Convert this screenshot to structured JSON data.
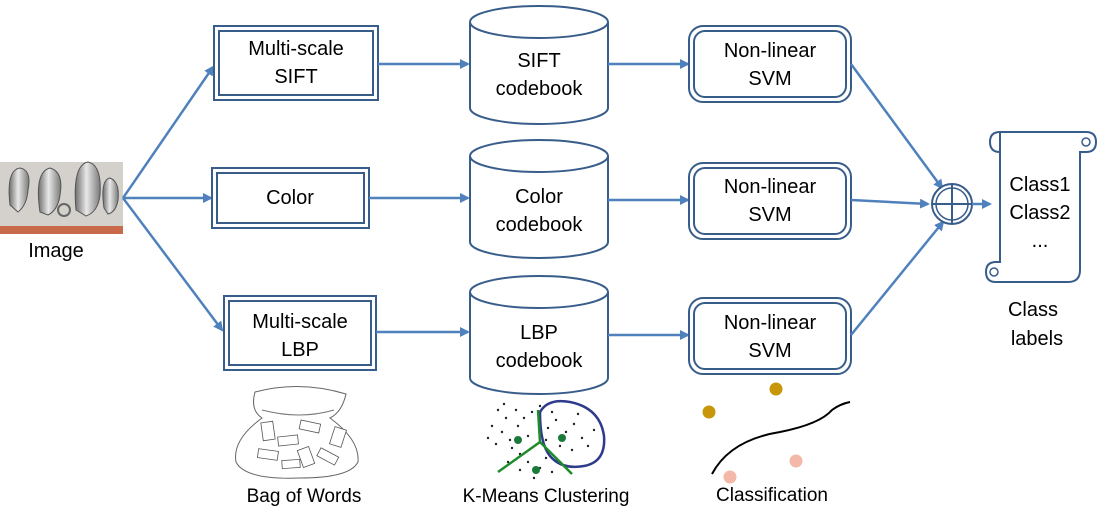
{
  "input": {
    "caption": "Image"
  },
  "features": [
    {
      "line1": "Multi-scale",
      "line2": "SIFT"
    },
    {
      "line1": "Color",
      "line2": ""
    },
    {
      "line1": "Multi-scale",
      "line2": "LBP"
    }
  ],
  "codebooks": [
    {
      "line1": "SIFT",
      "line2": "codebook"
    },
    {
      "line1": "Color",
      "line2": "codebook"
    },
    {
      "line1": "LBP",
      "line2": "codebook"
    }
  ],
  "classifiers": [
    {
      "line1": "Non-linear",
      "line2": "SVM"
    },
    {
      "line1": "Non-linear",
      "line2": "SVM"
    },
    {
      "line1": "Non-linear",
      "line2": "SVM"
    }
  ],
  "scroll": {
    "line1": "Class1",
    "line2": "Class2",
    "line3": "..."
  },
  "output": {
    "line1": "Class",
    "line2": "labels"
  },
  "illustrations": {
    "bag_of_words": "Bag of Words",
    "kmeans": "K-Means Clustering",
    "classification": "Classification"
  },
  "colors": {
    "arrow": "#4f81bd",
    "box_border": "#385d8a",
    "cluster_boundary": "#2e3a8c",
    "cluster_split": "#1e8c2a",
    "centroid": "#1a7a3a",
    "class_a_dot": "#c8960a",
    "class_b_dot": "#f4b8a8"
  }
}
